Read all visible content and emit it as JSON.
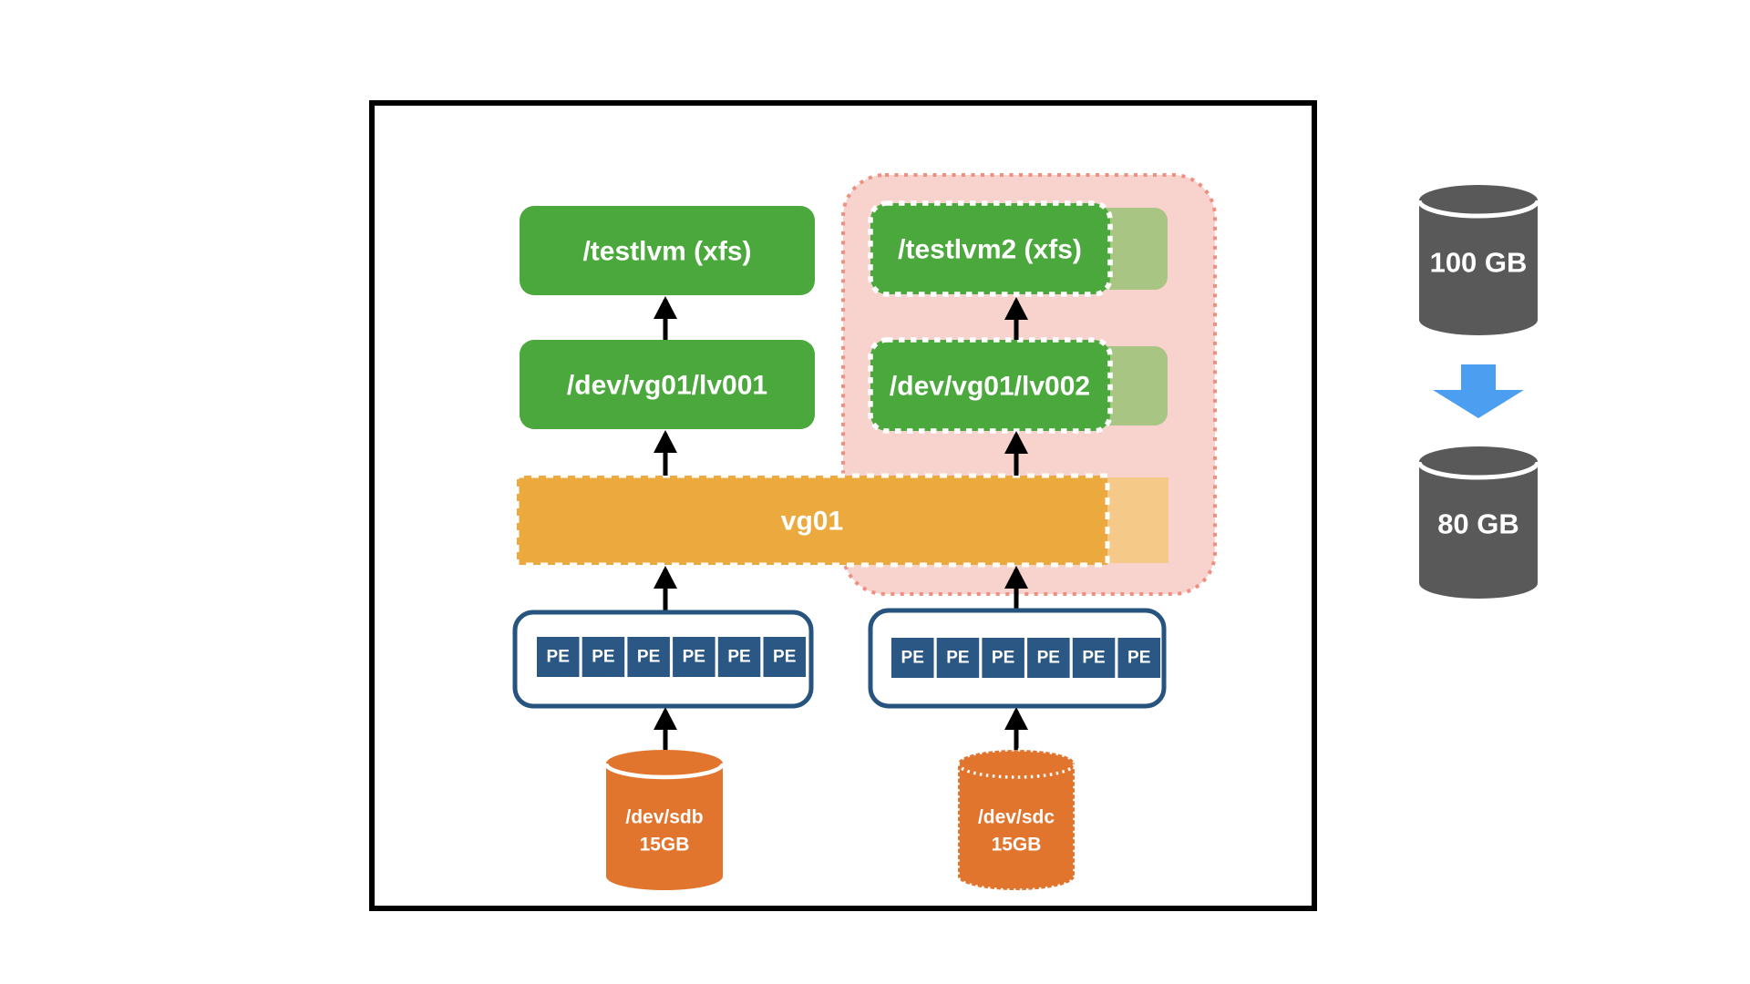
{
  "lvm": {
    "volume_group": "vg01",
    "pe_label": "PE",
    "left": {
      "filesystem": "/testlvm (xfs)",
      "logical_volume": "/dev/vg01/lv001",
      "disk_name": "/dev/sdb",
      "disk_size": "15GB"
    },
    "right": {
      "filesystem": "/testlvm2 (xfs)",
      "logical_volume": "/dev/vg01/lv002",
      "disk_name": "/dev/sdc",
      "disk_size": "15GB"
    }
  },
  "resize_panel": {
    "before_size": "100 GB",
    "after_size": "80 GB"
  },
  "colors": {
    "green": "#4BA83C",
    "light_green": "#A9C584",
    "vg_orange": "#EBA93E",
    "light_orange": "#F5C988",
    "pink_fill": "#F8D2CC",
    "pink_border": "#EE8F80",
    "pe_navy": "#2A5783",
    "pe_border": "#26547E",
    "disk_orange": "#E2752E",
    "disk_gray": "#595959",
    "resize_arrow_blue": "#4C9EF0",
    "outline_black": "#000000"
  }
}
